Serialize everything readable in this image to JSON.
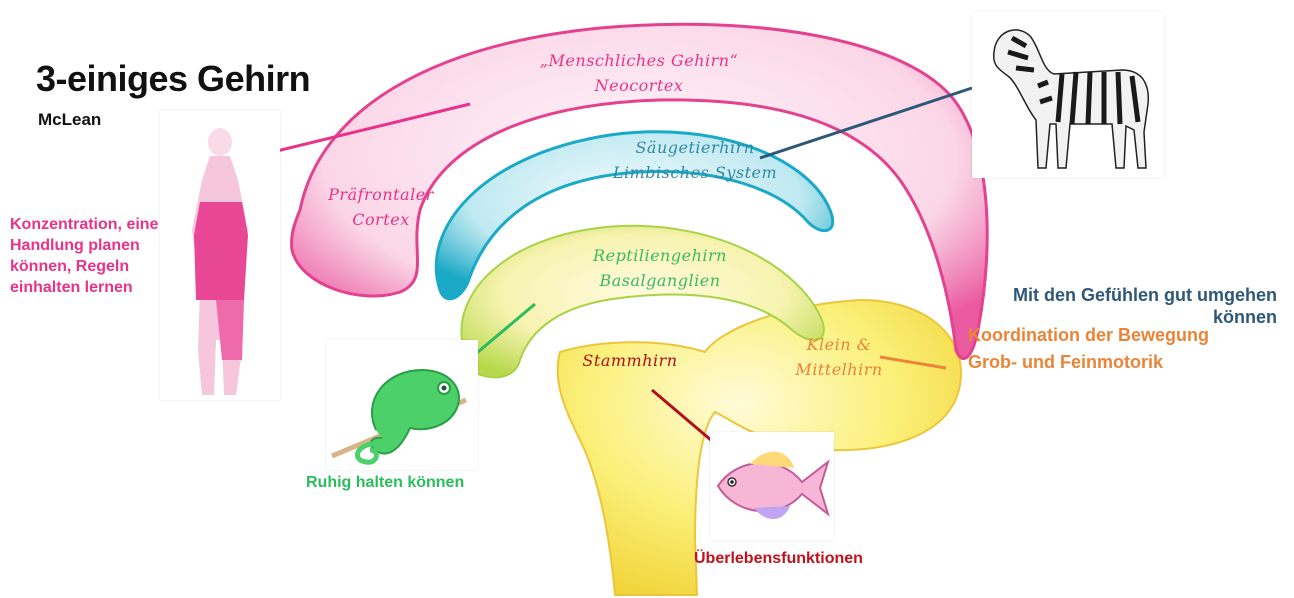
{
  "title": "3-einiges Gehirn",
  "subtitle": "McLean",
  "notes": {
    "neocortex": "Konzentration, eine Handlung planen können, Regeln einhalten lernen",
    "limbic": "Mit den Gefühlen  gut umgehen können",
    "cerebellum_line1": "Koordination der Bewegung",
    "cerebellum_line2": "Grob- und Feinmotorik",
    "basal": "Ruhig halten können",
    "brainstem": "Überlebensfunktionen"
  },
  "brain_labels": {
    "neocortex_line1": "„Menschliches Gehirn“",
    "neocortex_line2": "Neocortex",
    "limbic_line1": "Säugetierhirn",
    "limbic_line2": "Limbisches System",
    "prefrontal_line1": "Präfrontaler",
    "prefrontal_line2": "Cortex",
    "reptile_line1": "Reptiliengehirn",
    "reptile_line2": "Basalganglien",
    "stem": "Stammhirn",
    "cerebellum_line1": "Klein &",
    "cerebellum_line2": "Mittelhirn"
  },
  "colors": {
    "neocortex": "#e8338a",
    "limbic": "#2e5879",
    "reptile": "#2bbd5b",
    "stem": "#c0121a",
    "cerebellum": "#ea8436",
    "brain_pink": "#ef7fb4",
    "brain_cyan": "#23b4cd",
    "brain_green": "#c8df60",
    "brain_yellow": "#f6ea52"
  },
  "icons": {
    "woman": "woman-figure-icon",
    "zebra": "zebra-icon",
    "chameleon": "chameleon-icon",
    "fish": "fish-icon"
  }
}
